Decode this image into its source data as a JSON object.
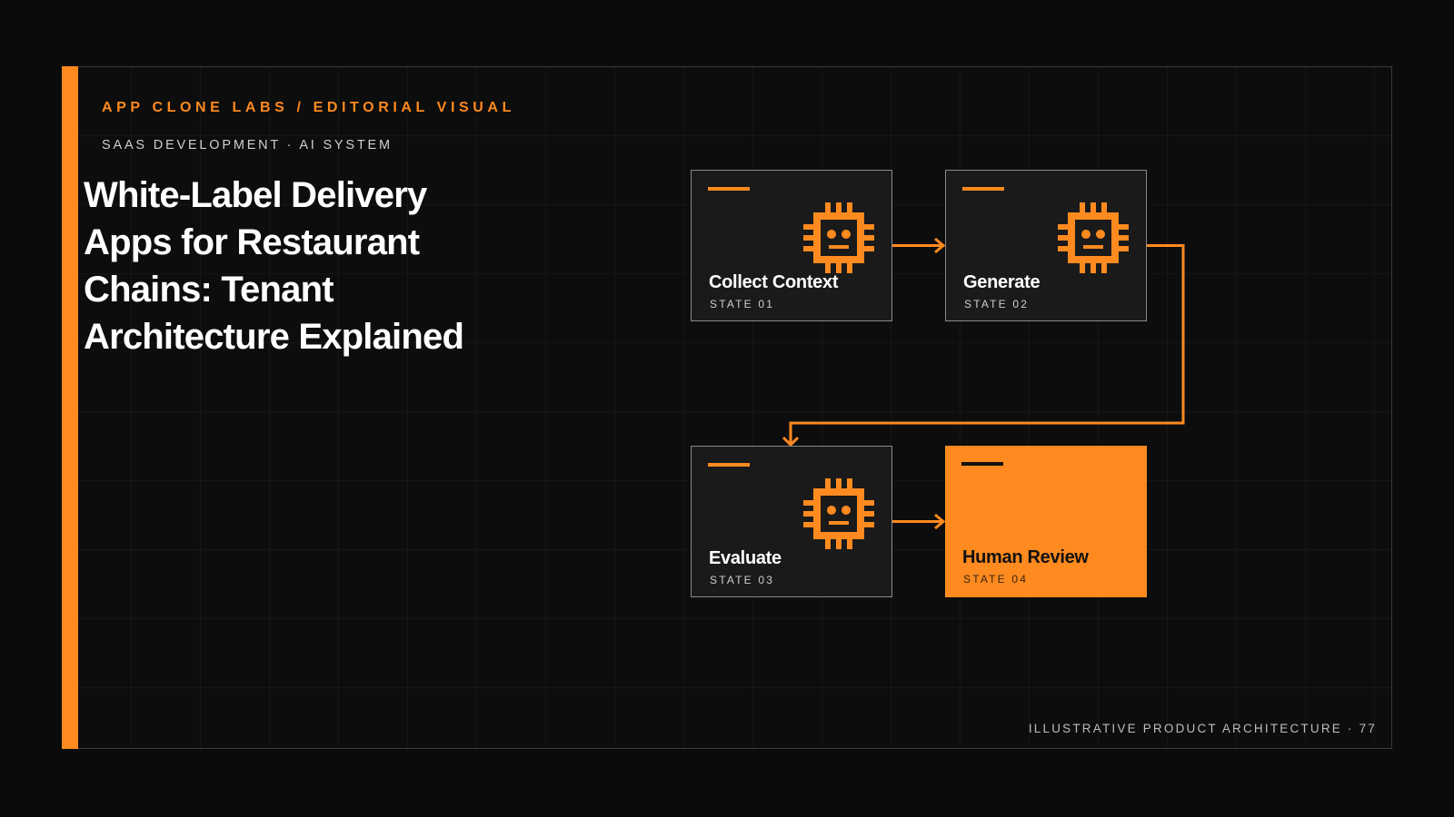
{
  "colors": {
    "accent": "#ff8a1f",
    "background": "#0b0b0b",
    "node_fill": "#1a1a1a",
    "node_border": "#8a8a8a"
  },
  "header": {
    "kicker": "APP CLONE LABS / EDITORIAL VISUAL",
    "subkicker": "SAAS DEVELOPMENT · AI SYSTEM"
  },
  "title": {
    "lines": [
      "White-Label Delivery",
      "Apps for Restaurant",
      "Chains: Tenant",
      "Architecture Explained"
    ]
  },
  "diagram": {
    "nodes": [
      {
        "label": "Collect Context",
        "state": "STATE 01",
        "icon": "chip-robot-icon",
        "highlighted": false
      },
      {
        "label": "Generate",
        "state": "STATE 02",
        "icon": "chip-robot-icon",
        "highlighted": false
      },
      {
        "label": "Evaluate",
        "state": "STATE 03",
        "icon": "chip-robot-icon",
        "highlighted": false
      },
      {
        "label": "Human Review",
        "state": "STATE 04",
        "icon": "",
        "highlighted": true
      }
    ],
    "edges": [
      {
        "from": "Collect Context",
        "to": "Generate"
      },
      {
        "from": "Generate",
        "to": "Evaluate"
      },
      {
        "from": "Evaluate",
        "to": "Human Review"
      }
    ]
  },
  "footer": {
    "text": "ILLUSTRATIVE PRODUCT ARCHITECTURE · 77"
  }
}
